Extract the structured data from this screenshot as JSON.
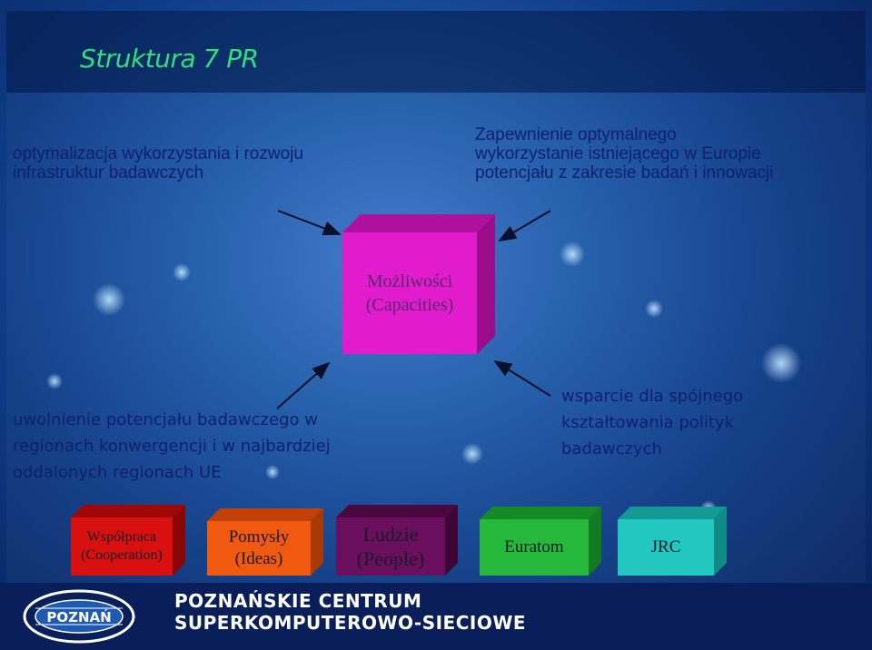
{
  "title": "Struktura 7 PR",
  "top_left": [
    "optymalizacja wykorzystania i rozwoju",
    "infrastruktur badawczych"
  ],
  "top_right": [
    "Zapewnienie optymalnego",
    "wykorzystanie istniejącego w Europie",
    "potencjału z zakresie badań i innowacji"
  ],
  "center_box": [
    "Możliwości",
    "(Capacities)"
  ],
  "bottom_left": [
    "uwolnienie potencjału badawczego w",
    "regionach konwergencji i w najbardziej",
    "oddalonych regionach UE"
  ],
  "bottom_right": [
    "wsparcie dla spójnego",
    "kształtowania polityk",
    "badawczych"
  ],
  "program_boxes": [
    {
      "lines": [
        "Współpraca",
        "(Cooperation)"
      ],
      "front": "#d81010",
      "top": "#a00808",
      "side": "#8a0606"
    },
    {
      "lines": [
        "Pomysły",
        "(Ideas)"
      ],
      "front": "#f05a10",
      "top": "#c04008",
      "side": "#a83806"
    },
    {
      "lines": [
        "Ludzie",
        "(People)"
      ],
      "front": "#6a0e5e",
      "top": "#4a083f",
      "side": "#3e0634"
    },
    {
      "lines": [
        "Euratom"
      ],
      "front": "#26b83a",
      "top": "#168a26",
      "side": "#127a20"
    },
    {
      "lines": [
        "JRC"
      ],
      "front": "#22c8c0",
      "top": "#139a94",
      "side": "#108a84"
    }
  ],
  "logo": {
    "mark_text": "POZNAŃ",
    "org_line1": "POZNAŃSKIE CENTRUM",
    "org_line2": "SUPERKOMPUTEROWO-SIECIOWE"
  },
  "colors": {
    "title": "#2fe07a",
    "body_text": "#0e1f6e",
    "center_box": "#e01ccc"
  }
}
